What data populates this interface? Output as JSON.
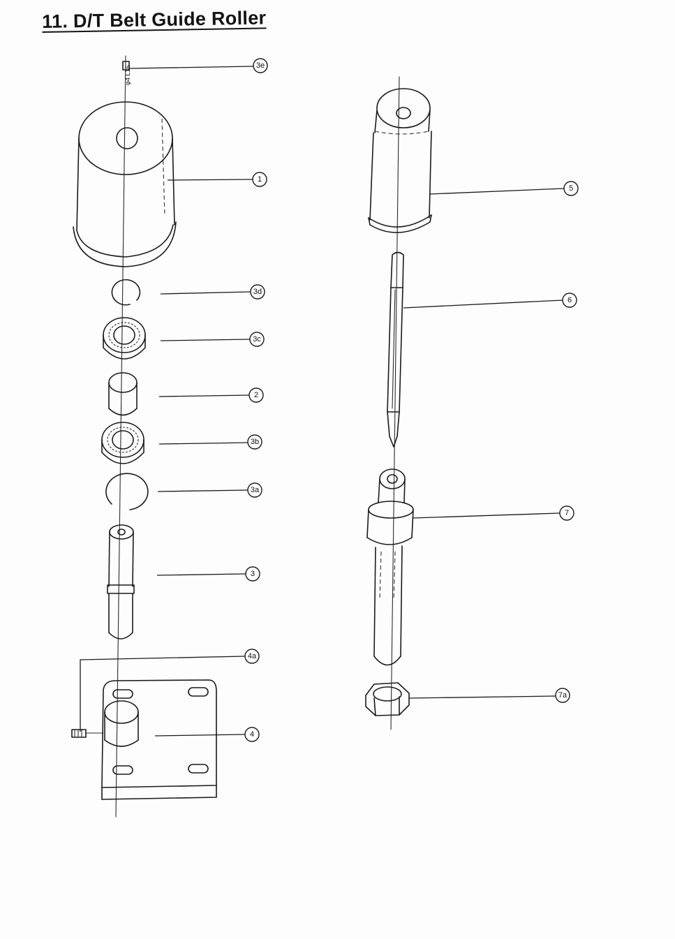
{
  "title": "11. D/T Belt Guide Roller",
  "diagram": {
    "pin_marking": "φ4 L16",
    "callouts": {
      "3e": "3e",
      "1": "1",
      "3d": "3d",
      "3c": "3c",
      "2": "2",
      "3b": "3b",
      "3a": "3a",
      "3": "3",
      "4a": "4a",
      "4": "4",
      "5": "5",
      "6": "6",
      "7": "7",
      "7a": "7a"
    }
  }
}
